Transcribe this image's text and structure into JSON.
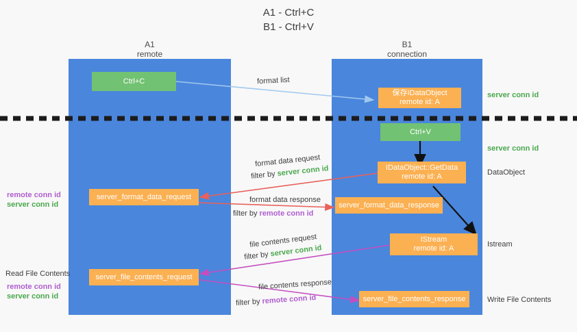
{
  "title": {
    "line1": "A1 - Ctrl+C",
    "line2": "B1 - Ctrl+V"
  },
  "colors": {
    "lane": "#4a86dc",
    "green_box": "#72c273",
    "orange_box": "#fbb052",
    "server_conn": "#4aa84e",
    "remote_conn": "#b05ed0",
    "arrow_blue": "#9fc8ee",
    "arrow_red": "#e8615c",
    "arrow_magenta": "#c44ec0",
    "arrow_black": "#000000",
    "background": "#f8f8f8"
  },
  "lanes": [
    {
      "id": "a1",
      "title": "A1",
      "subtitle": "remote"
    },
    {
      "id": "b1",
      "title": "B1",
      "subtitle": "connection"
    }
  ],
  "boxes": {
    "ctrl_c": "Ctrl+C",
    "ctrl_v": "Ctrl+V",
    "save_idataobject": {
      "line1": "保存IDataObject",
      "line2": "remote id: A"
    },
    "getdata": {
      "line1": "IDataObject::GetData",
      "line2": "remote id: A"
    },
    "istream": {
      "line1": "IStream",
      "line2": "remote id: A"
    },
    "server_format_data_request": "server_format_data_request",
    "server_format_data_response": "server_format_data_response",
    "server_file_contents_request": "server_file_contents_request",
    "server_file_contents_response": "server_file_contents_response"
  },
  "flow_labels": {
    "format_list": "format list",
    "format_data_request": "format data request",
    "format_data_response": "format data response",
    "file_contents_request": "file contents request",
    "file_contents_response": "file contents response",
    "filter_by": "filter by",
    "server_conn_id": "server conn id",
    "remote_conn_id": "remote conn id"
  },
  "right_annotations": {
    "server_conn_id_top": "server conn id",
    "server_conn_id_mid": "server conn id",
    "dataobject": "DataObject",
    "istream": "Istream",
    "write_file_contents": "Write File Contents"
  },
  "left_annotations": {
    "remote_conn_id_1": "remote conn id",
    "server_conn_id_1": "server conn id",
    "read_file_contents": "Read File Contents",
    "remote_conn_id_2": "remote conn id",
    "server_conn_id_2": "server conn id"
  }
}
